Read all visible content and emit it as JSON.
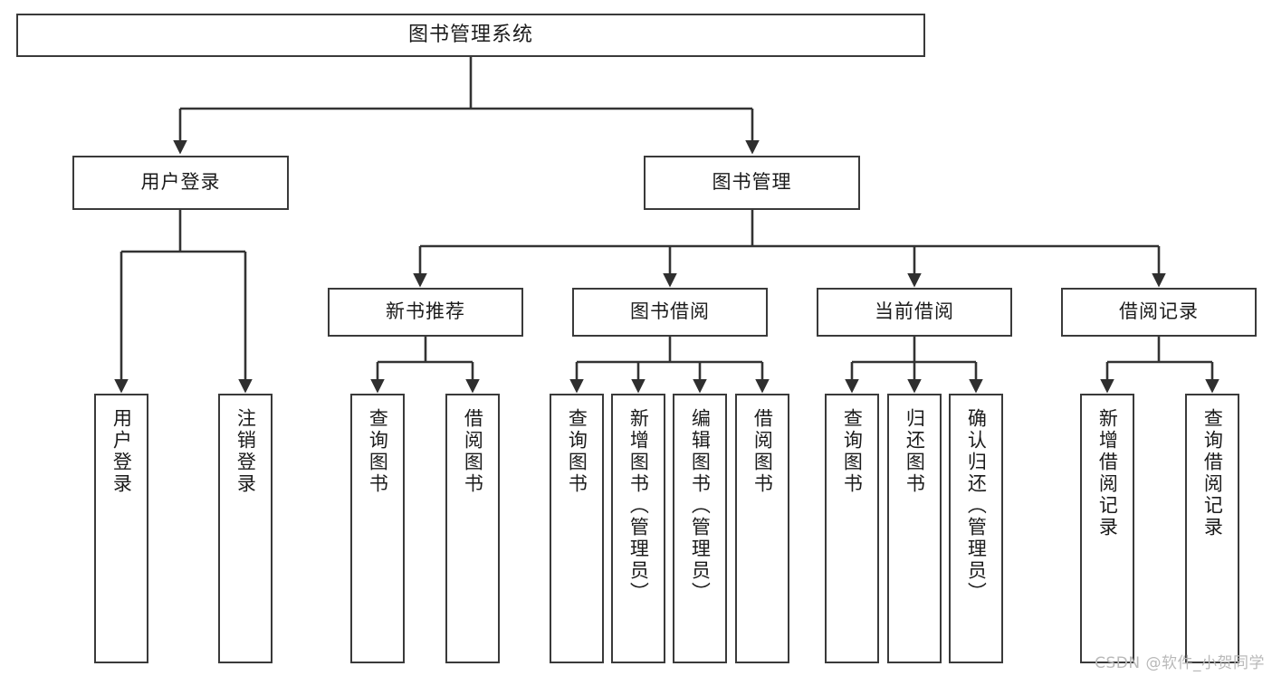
{
  "diagram": {
    "title": "图书管理系统",
    "type": "hierarchy-tree",
    "watermark": "CSDN @软件_小贺同学",
    "colors": {
      "box_border": "#3a3a3a",
      "box_fill": "#ffffff",
      "connector": "#333333",
      "text": "#1b1b1b",
      "watermark": "#b9b9b9"
    },
    "nodes": {
      "root": {
        "label": "图书管理系统"
      },
      "level2": [
        {
          "label": "用户登录"
        },
        {
          "label": "图书管理"
        }
      ],
      "level3": [
        {
          "label": "新书推荐"
        },
        {
          "label": "图书借阅"
        },
        {
          "label": "当前借阅"
        },
        {
          "label": "借阅记录"
        }
      ],
      "leaves_user_login": [
        {
          "label": "用户登录"
        },
        {
          "label": "注销登录"
        }
      ],
      "leaves_new_books": [
        {
          "label": "查询图书"
        },
        {
          "label": "借阅图书"
        }
      ],
      "leaves_borrow": [
        {
          "label": "查询图书"
        },
        {
          "label": "新增图书（管理员）"
        },
        {
          "label": "编辑图书（管理员）"
        },
        {
          "label": "借阅图书"
        }
      ],
      "leaves_current": [
        {
          "label": "查询图书"
        },
        {
          "label": "归还图书"
        },
        {
          "label": "确认归还（管理员）"
        }
      ],
      "leaves_records": [
        {
          "label": "新增借阅记录"
        },
        {
          "label": "查询借阅记录"
        }
      ]
    }
  }
}
